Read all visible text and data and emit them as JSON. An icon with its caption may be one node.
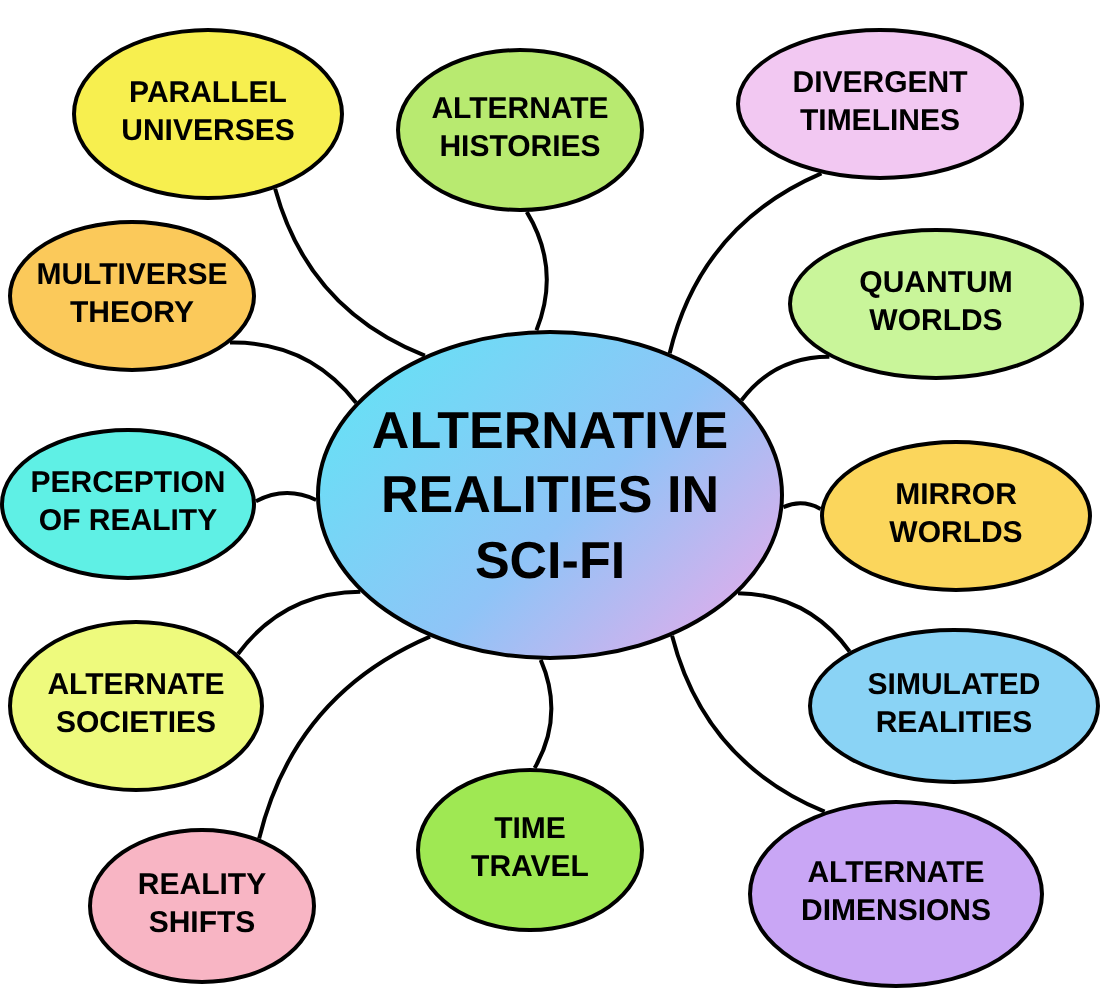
{
  "diagram": {
    "nodes": [
      {
        "text": [
          "ALTERNATIVE REALITIES IN SCI-FI"
        ]
      },
      {
        "text": [
          "PARALLEL UNIVERSES"
        ]
      },
      {
        "text": [
          "ALTERNATE HISTORIES"
        ]
      },
      {
        "text": [
          "DIVERGENT TIMELINES"
        ]
      },
      {
        "text": [
          "MULTIVERSE THEORY"
        ]
      },
      {
        "text": [
          "QUANTUM WORLDS"
        ]
      },
      {
        "text": [
          "PERCEPTION OF REALITY"
        ]
      },
      {
        "text": [
          "MIRROR WORLDS"
        ]
      },
      {
        "text": [
          "ALTERNATE SOCIETIES"
        ]
      },
      {
        "text": [
          "SIMULATED REALITIES"
        ]
      },
      {
        "text": [
          "REALITY SHIFTS"
        ]
      },
      {
        "text": [
          "TIME TRAVEL"
        ]
      },
      {
        "text": [
          "ALTERNATE DIMENSIONS"
        ]
      }
    ],
    "edges": [
      {
        "from": 0,
        "to": 1,
        "arrow": "none"
      },
      {
        "from": 0,
        "to": 2,
        "arrow": "none"
      },
      {
        "from": 0,
        "to": 3,
        "arrow": "none"
      },
      {
        "from": 0,
        "to": 4,
        "arrow": "none"
      },
      {
        "from": 0,
        "to": 5,
        "arrow": "none"
      },
      {
        "from": 0,
        "to": 6,
        "arrow": "none"
      },
      {
        "from": 0,
        "to": 7,
        "arrow": "none"
      },
      {
        "from": 0,
        "to": 8,
        "arrow": "none"
      },
      {
        "from": 0,
        "to": 9,
        "arrow": "none"
      },
      {
        "from": 0,
        "to": 10,
        "arrow": "none"
      },
      {
        "from": 0,
        "to": 11,
        "arrow": "none"
      },
      {
        "from": 0,
        "to": 12,
        "arrow": "none"
      }
    ]
  }
}
